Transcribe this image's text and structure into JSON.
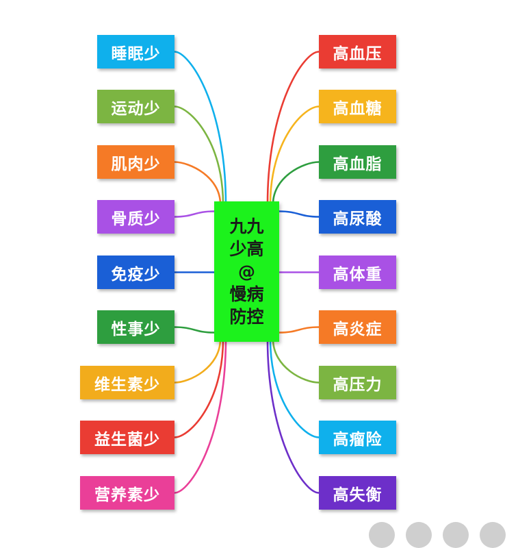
{
  "center": {
    "lines": [
      "九九",
      "少高",
      "@",
      "慢病",
      "防控"
    ],
    "color": "#1cf21c"
  },
  "left_nodes": [
    {
      "label": "睡眠少",
      "color": "#0fb0ec"
    },
    {
      "label": "运动少",
      "color": "#7cb542"
    },
    {
      "label": "肌肉少",
      "color": "#f57a26"
    },
    {
      "label": "骨质少",
      "color": "#a951e5"
    },
    {
      "label": "免疫少",
      "color": "#1a5fd6"
    },
    {
      "label": "性事少",
      "color": "#2e9e3f"
    },
    {
      "label": "维生素少",
      "color": "#f2ac1c"
    },
    {
      "label": "益生菌少",
      "color": "#ea3c33"
    },
    {
      "label": "营养素少",
      "color": "#ea3f98"
    }
  ],
  "right_nodes": [
    {
      "label": "高血压",
      "color": "#ea3c33"
    },
    {
      "label": "高血糖",
      "color": "#f6b41d"
    },
    {
      "label": "高血脂",
      "color": "#2e9e3f"
    },
    {
      "label": "高尿酸",
      "color": "#1a5fd6"
    },
    {
      "label": "高体重",
      "color": "#a951e5"
    },
    {
      "label": "高炎症",
      "color": "#f57a26"
    },
    {
      "label": "高压力",
      "color": "#7cb542"
    },
    {
      "label": "高瘤险",
      "color": "#0fb0ec"
    },
    {
      "label": "高失衡",
      "color": "#6d2fc9"
    }
  ]
}
